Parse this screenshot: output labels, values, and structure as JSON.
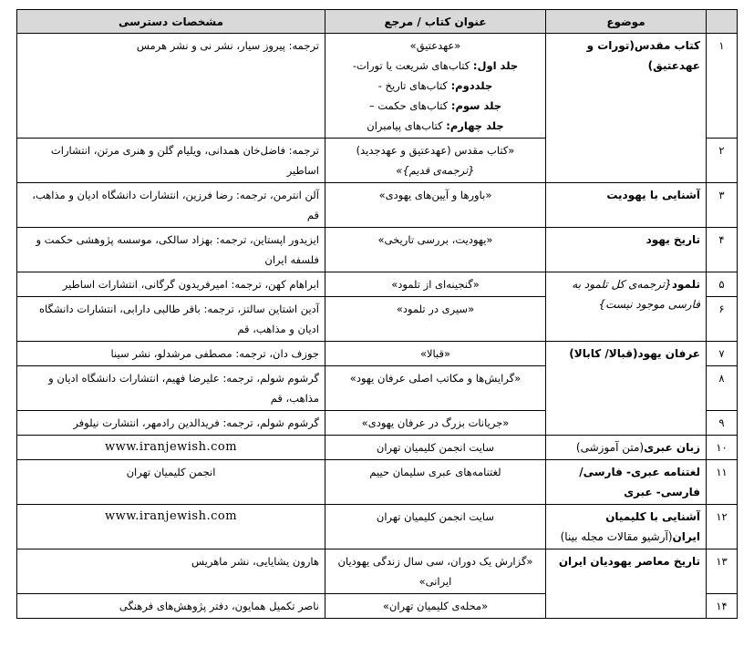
{
  "header": {
    "num": "",
    "topic": "موضوع",
    "title": "عنوان کتاب / مرجع",
    "access": "مشخصات دسترسی"
  },
  "rows": [
    {
      "num": "۱",
      "topic": "کتاب مقدس(تورات و عهدعتیق)",
      "title_lines": [
        {
          "bold": "",
          "text": "«عهدعتیق»"
        },
        {
          "bold": "جلد اول:",
          "text": " کتاب‌های شریعت یا تورات-"
        },
        {
          "bold": "جلددوم:",
          "text": " کتاب‌های تاریخ -"
        },
        {
          "bold": "جلد سوم:",
          "text": " کتاب‌های حکمت –"
        },
        {
          "bold": "جلد چهارم:",
          "text": " کتاب‌های پیامبران"
        }
      ],
      "access": "ترجمه: پیروز سیار، نشر نی و نشر هرمس"
    },
    {
      "num": "۲",
      "title_lines": [
        {
          "bold": "",
          "text": "«کتاب مقدس (عهدعتیق و عهدجدید)"
        },
        {
          "bold": "",
          "text": "{ترجمه‌ی قدیم}»"
        }
      ],
      "access": "ترجمه: فاضل‌خان همدانی، ویلیام گلن و هنری مرتن، انتشارات اساطیر"
    },
    {
      "num": "۳",
      "topic": "آشنایی با یهودیت",
      "title": "«باورها و آیین‌های یهودی»",
      "access": "آلن انترمن، ترجمه: رضا فرزین، انتشارات دانشگاه ادیان و مذاهب، قم"
    },
    {
      "num": "۴",
      "topic": "تاریخ یهود",
      "title": "«یهودیت، بررسی تاریخی»",
      "access": "ایزیدور اپستاین، ترجمه: بهزاد سالکی، موسسه پژوهشی حکمت و فلسفه ایران"
    },
    {
      "num": "۵",
      "topic_bold": "تلمود",
      "topic_italic": "{ترجمه‌ی کل تلمود به فارسی موجود نیست}",
      "title": "«گنجینه‌ای از تلمود»",
      "access": "ابراهام کهن، ترجمه: امیرفریدون گرگانی، انتشارات اساطیر"
    },
    {
      "num": "۶",
      "title": "«سیری در تلمود»",
      "access": "آدین اشتاین سالتز، ترجمه: باقر طالبی دارابی، انتشارات دانشگاه ادیان و مذاهب، قم"
    },
    {
      "num": "۷",
      "topic": "عرفان یهود(قبالا/ کابالا)",
      "title": "«قبالا»",
      "access": "جوزف دان، ترجمه: مصطفی مرشدلو، نشر سینا"
    },
    {
      "num": "۸",
      "title": "«گرایش‌ها و مکاتب اصلی عرفان یهود»",
      "access": "گرشوم شولم، ترجمه: علیرضا فهیم، انتشارات دانشگاه ادیان و مذاهب، قم"
    },
    {
      "num": "۹",
      "title": "«جریانات بزرگ در عرفان یهودی»",
      "access": "گرشوم شولم، ترجمه: فریدالدین رادمهر، انتشارت نیلوفر"
    },
    {
      "num": "۱۰",
      "topic_bold": "زبان عبری",
      "topic_normal": "(متن آموزشی)",
      "title": "سایت انجمن کلیمیان تهران",
      "access": "www.iranjewish.com"
    },
    {
      "num": "۱۱",
      "topic": "لغتنامه عبری- فارسی/فارسی- عبری",
      "title": "لغتنامه‌های عبری سلیمان حییم",
      "access": "انجمن کلیمیان تهران"
    },
    {
      "num": "۱۲",
      "topic_bold": "آشنایی با کلیمیان ایران",
      "topic_normal": "(آرشیو مقالات مجله بینا)",
      "title": "سایت انجمن کلیمیان تهران",
      "access": "www.iranjewish.com"
    },
    {
      "num": "۱۳",
      "topic": "تاریخ معاصر یهودیان ایران",
      "title": "«گزارش یک دوران، سی سال زندگی یهودیان ایرانی»",
      "access": "هارون یشایایی، نشر ماهریس"
    },
    {
      "num": "۱۴",
      "title": "«محله‌ی کلیمیان تهران»",
      "access": "ناصر تکمیل همایون، دفتر پژوهش‌های فرهنگی"
    }
  ]
}
